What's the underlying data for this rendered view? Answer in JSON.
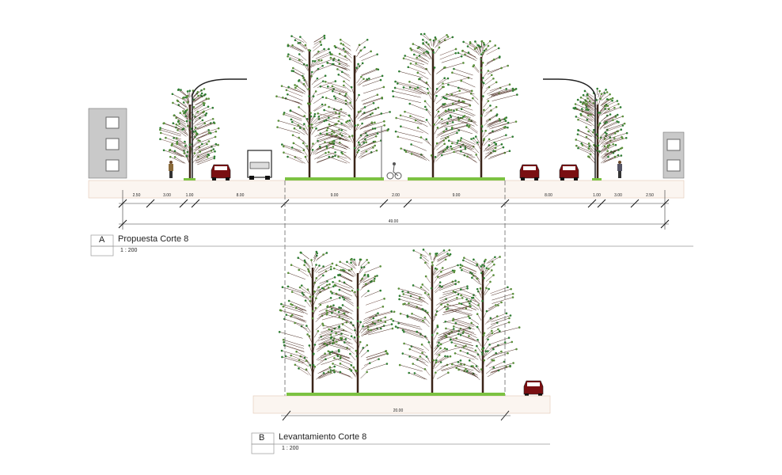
{
  "section_a": {
    "tag": "A",
    "title": "Propuesta Corte 8",
    "scale": "1 : 200",
    "dimensions": [
      "2.50",
      "3.00",
      "1.00",
      "8.00",
      "9.00",
      "2.00",
      "9.00",
      "8.00",
      "1.00",
      "3.00",
      "2.50"
    ],
    "total": "49.00"
  },
  "section_b": {
    "tag": "B",
    "title": "Levantamiento Corte 8",
    "scale": "1 : 200",
    "total": "20.00"
  },
  "colors": {
    "foliage": "#2e7d32",
    "trunk": "#3a2418",
    "grass": "#7cc242",
    "car": "#7a0f12",
    "paving": "#e9cdb8",
    "building": "#c8c8c8"
  }
}
